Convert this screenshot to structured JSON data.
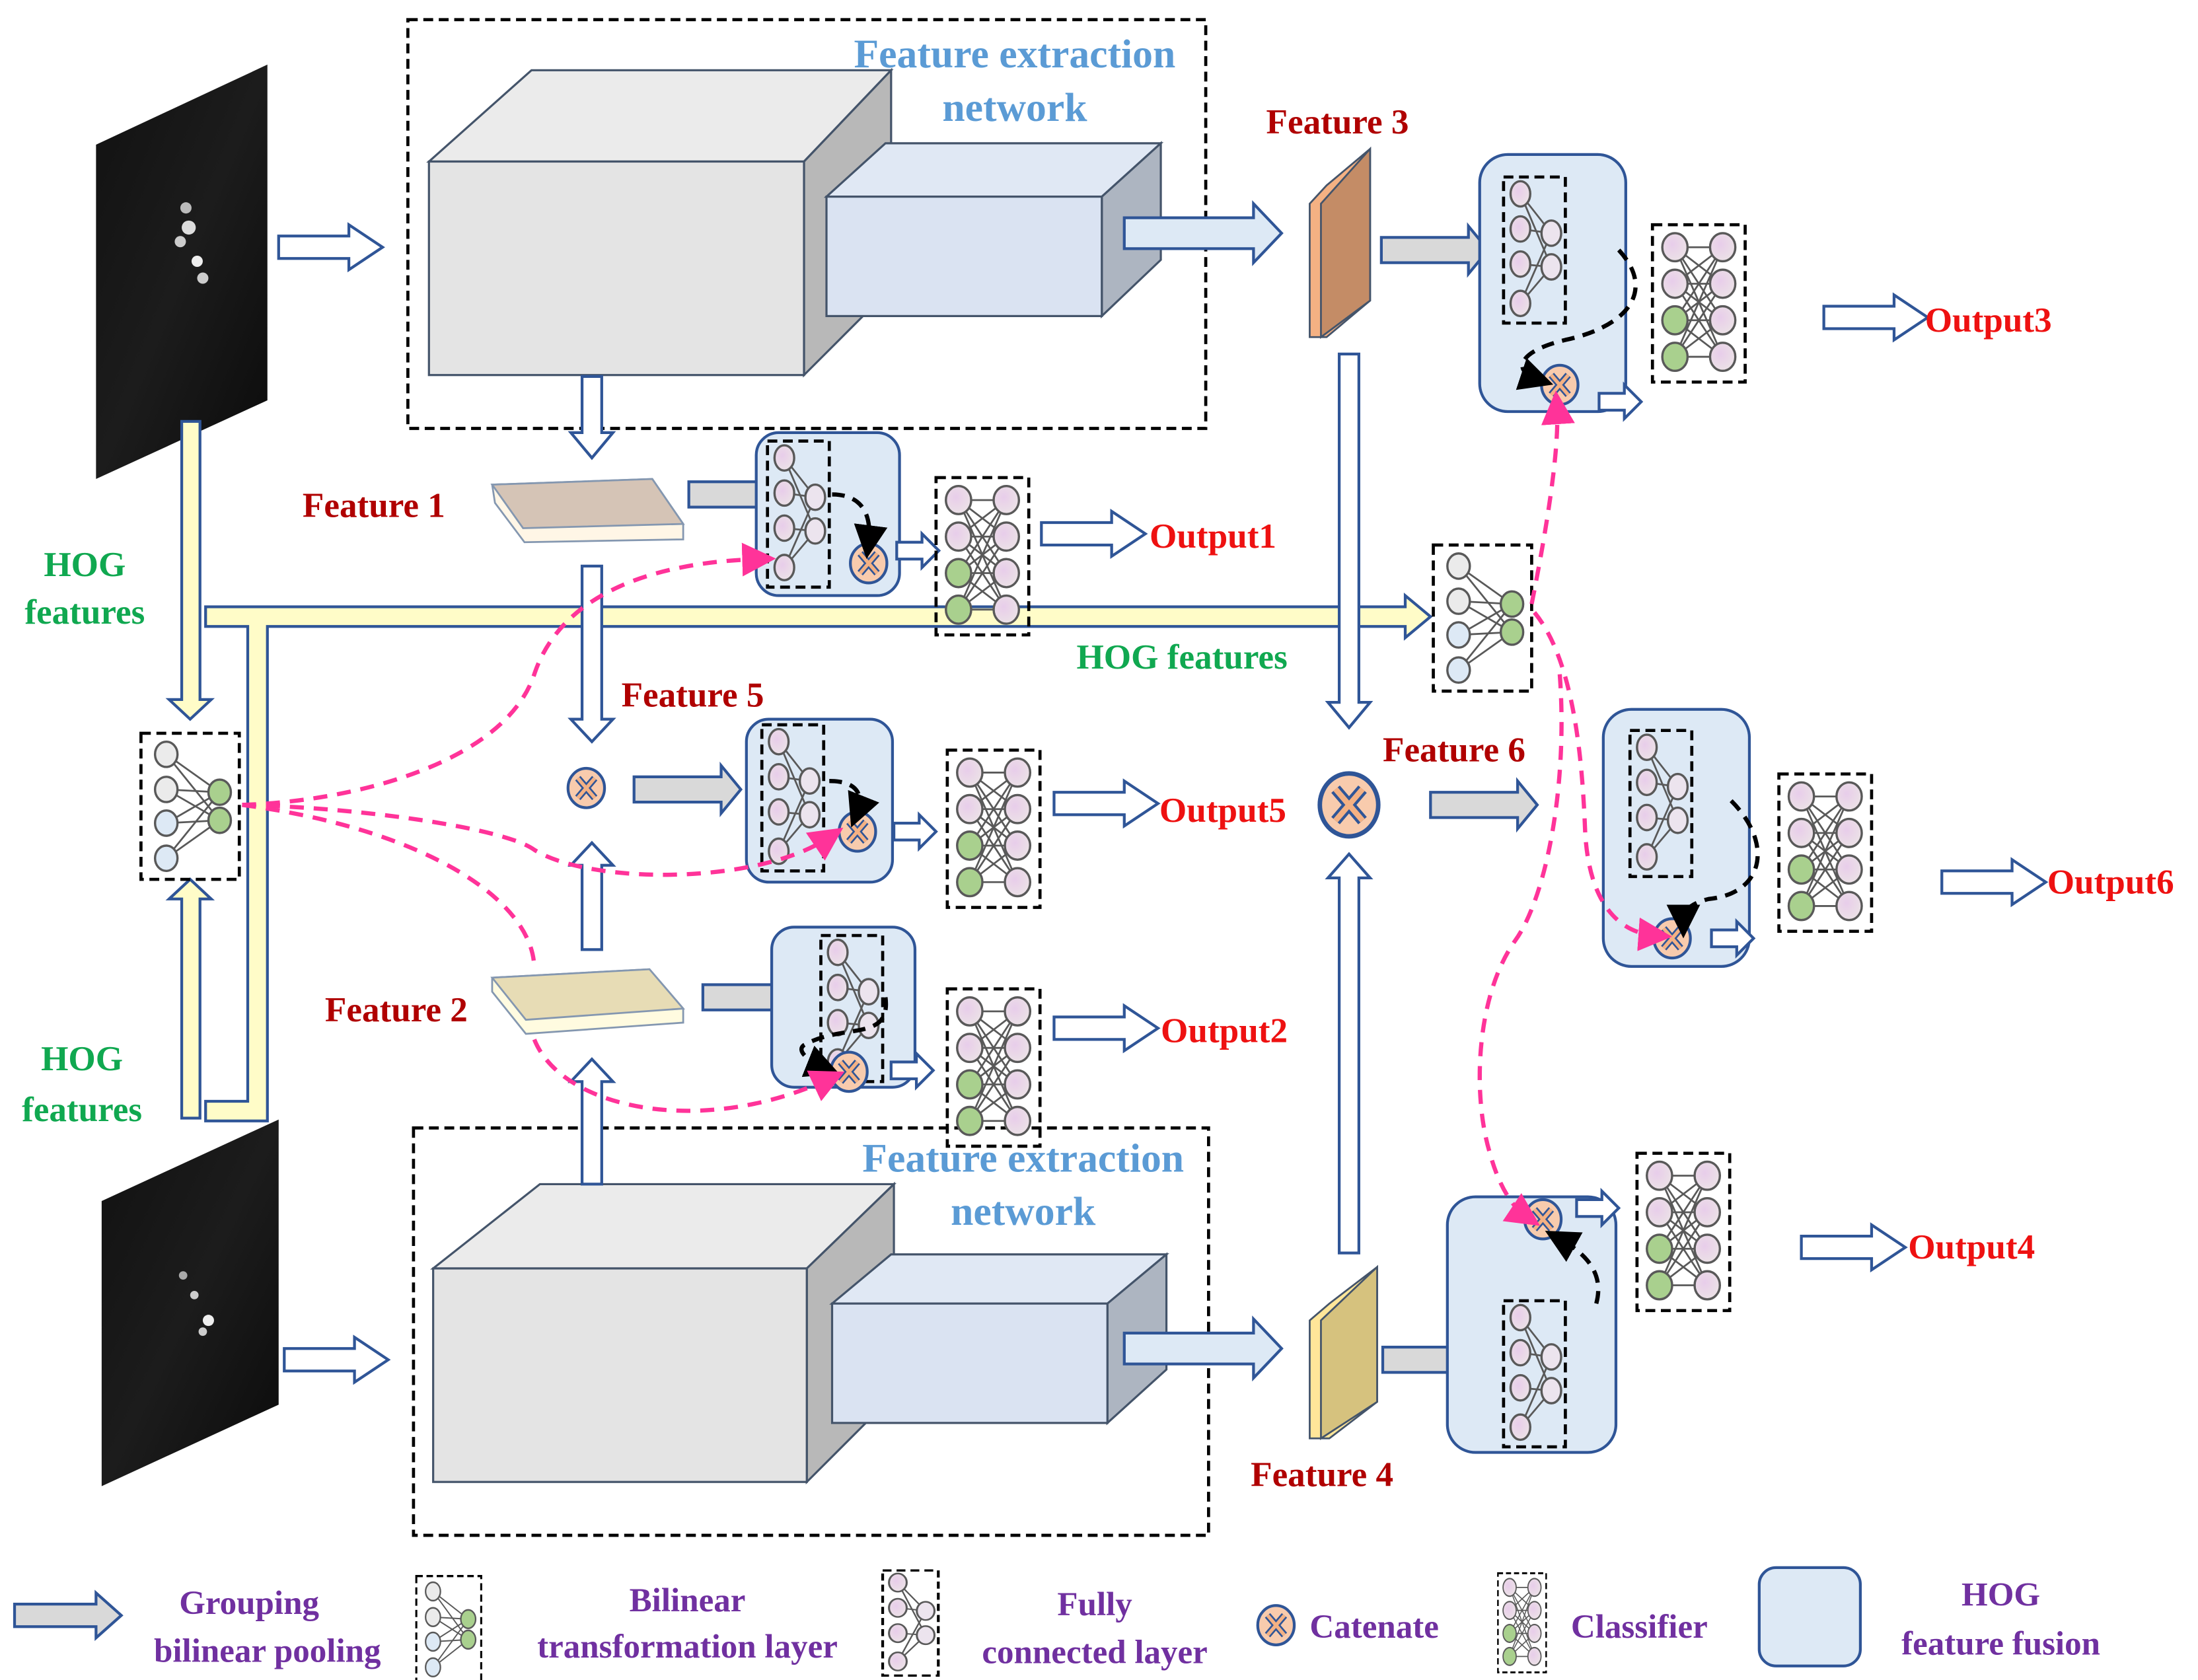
{
  "title": "Grouping bilinear pooling network with HOG feature fusion",
  "labels": {
    "feature_extraction_top": [
      "Feature extraction",
      "network"
    ],
    "feature_extraction_bottom": [
      "Feature extraction",
      "network"
    ],
    "feature1": "Feature 1",
    "feature2": "Feature 2",
    "feature3": "Feature 3",
    "feature4": "Feature 4",
    "feature5": "Feature 5",
    "feature6": "Feature 6",
    "hog_top": [
      "HOG",
      "features"
    ],
    "hog_bottom": [
      "HOG",
      "features"
    ],
    "hog_mid": "HOG features"
  },
  "outputs": {
    "output1": "Output1",
    "output2": "Output2",
    "output3": "Output3",
    "output4": "Output4",
    "output5": "Output5",
    "output6": "Output6"
  },
  "legend": {
    "grouping": [
      "Grouping",
      "bilinear pooling"
    ],
    "bilinear": [
      "Bilinear",
      "transformation layer"
    ],
    "fully": [
      "Fully",
      "connected layer"
    ],
    "catenate": "Catenate",
    "classifier": "Classifier",
    "hog_fusion": [
      "HOG",
      "feature fusion"
    ]
  },
  "colors": {
    "feature_label": "#b00000",
    "output_label": "#ee1111",
    "hog_label": "#10a850",
    "network_label": "#5b9bd5",
    "legend_label": "#7030a0",
    "fusion_fill": "#dde9f5",
    "connector_pink": "#ff3399",
    "arrow_outline": "#2f5597",
    "hog_arrow_fill": "#fffcc8"
  }
}
